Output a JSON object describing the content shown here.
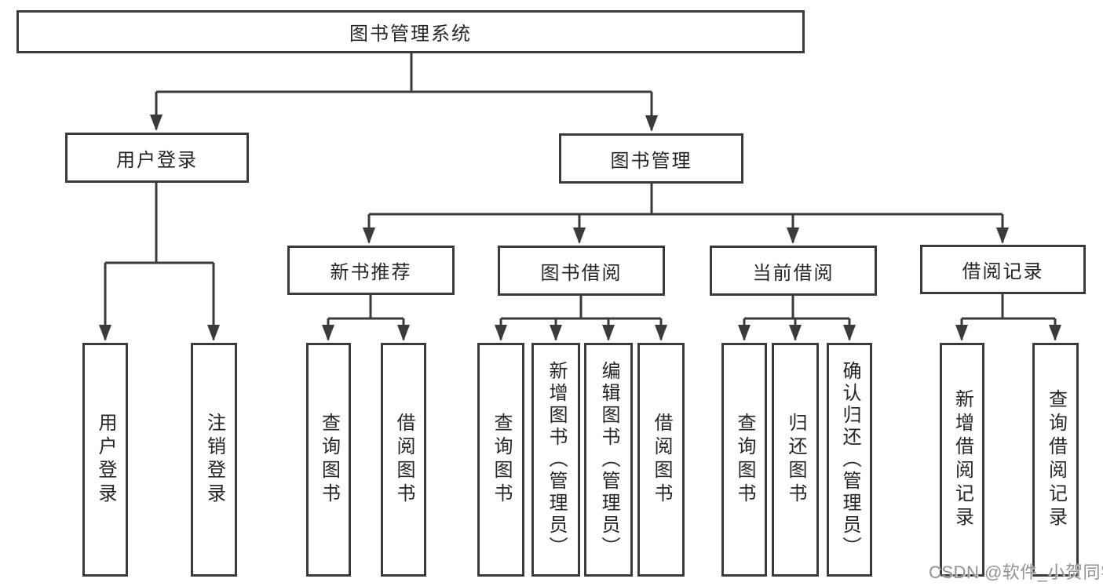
{
  "tree": {
    "root": {
      "label": "图书管理系统"
    },
    "branches": [
      {
        "label": "用户登录",
        "children": [
          {
            "label": "用户登录"
          },
          {
            "label": "注销登录"
          }
        ]
      },
      {
        "label": "图书管理",
        "groups": [
          {
            "label": "新书推荐",
            "children": [
              {
                "label": "查询图书"
              },
              {
                "label": "借阅图书"
              }
            ]
          },
          {
            "label": "图书借阅",
            "children": [
              {
                "label": "查询图书"
              },
              {
                "label": "新增图书（管理员）"
              },
              {
                "label": "编辑图书（管理员）"
              },
              {
                "label": "借阅图书"
              }
            ]
          },
          {
            "label": "当前借阅",
            "children": [
              {
                "label": "查询图书"
              },
              {
                "label": "归还图书"
              },
              {
                "label": "确认归还（管理员）"
              }
            ]
          },
          {
            "label": "借阅记录",
            "children": [
              {
                "label": "新增借阅记录"
              },
              {
                "label": "查询借阅记录"
              }
            ]
          }
        ]
      }
    ]
  },
  "watermark": {
    "text": "CSDN @软件_小贺同学"
  },
  "colors": {
    "line": "#3a3a3a",
    "text": "#262626",
    "box_background": "#ffffff",
    "watermark": "#929292"
  }
}
